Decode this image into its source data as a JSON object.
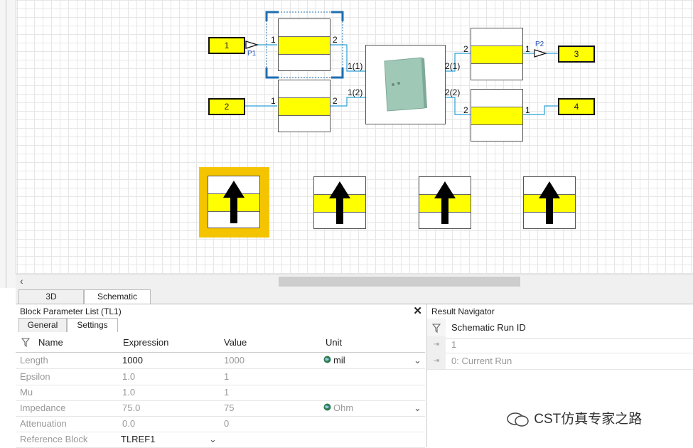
{
  "schematic": {
    "ports": [
      {
        "id": "1",
        "label": "1"
      },
      {
        "id": "2",
        "label": "2"
      },
      {
        "id": "3",
        "label": "3"
      },
      {
        "id": "4",
        "label": "4"
      }
    ],
    "probe_labels": {
      "p1": "P1",
      "p2": "P2"
    },
    "pins": {
      "tl1_left": "1",
      "tl1_right": "2",
      "tl2_left": "1",
      "tl2_right": "2",
      "tl3_left": "2",
      "tl3_right": "1",
      "tl4_left": "2",
      "tl4_right": "1",
      "model_in1": "1(1)",
      "model_in2": "1(2)",
      "model_out1": "2(1)",
      "model_out2": "2(2)"
    }
  },
  "view_tabs": [
    {
      "label": "3D"
    },
    {
      "label": "Schematic"
    }
  ],
  "param_panel": {
    "title": "Block Parameter List (TL1)",
    "close": "✕",
    "tabs": [
      {
        "label": "General"
      },
      {
        "label": "Settings"
      }
    ],
    "columns": {
      "name": "Name",
      "expression": "Expression",
      "value": "Value",
      "unit": "Unit"
    },
    "rows": [
      {
        "name": "Length",
        "expression": "1000",
        "value": "1000",
        "unit": "mil"
      },
      {
        "name": "Epsilon",
        "expression": "1.0",
        "value": "1",
        "unit": ""
      },
      {
        "name": "Mu",
        "expression": "1.0",
        "value": "1",
        "unit": ""
      },
      {
        "name": "Impedance",
        "expression": "75.0",
        "value": "75",
        "unit": "Ohm"
      },
      {
        "name": "Attenuation",
        "expression": "0.0",
        "value": "0",
        "unit": ""
      },
      {
        "name": "Reference Block",
        "expression": "TLREF1",
        "value": "",
        "unit": ""
      }
    ]
  },
  "result_panel": {
    "title": "Result Navigator",
    "header": "Schematic Run ID",
    "rows": [
      {
        "label": "1"
      },
      {
        "label": "0: Current Run"
      }
    ]
  },
  "watermark": "CST仿真专家之路",
  "colors": {
    "accent_yellow": "#ffff00",
    "selection_blue": "#1f6fb0",
    "highlight_gold": "#f5c400",
    "wire": "#2aa0d8"
  }
}
